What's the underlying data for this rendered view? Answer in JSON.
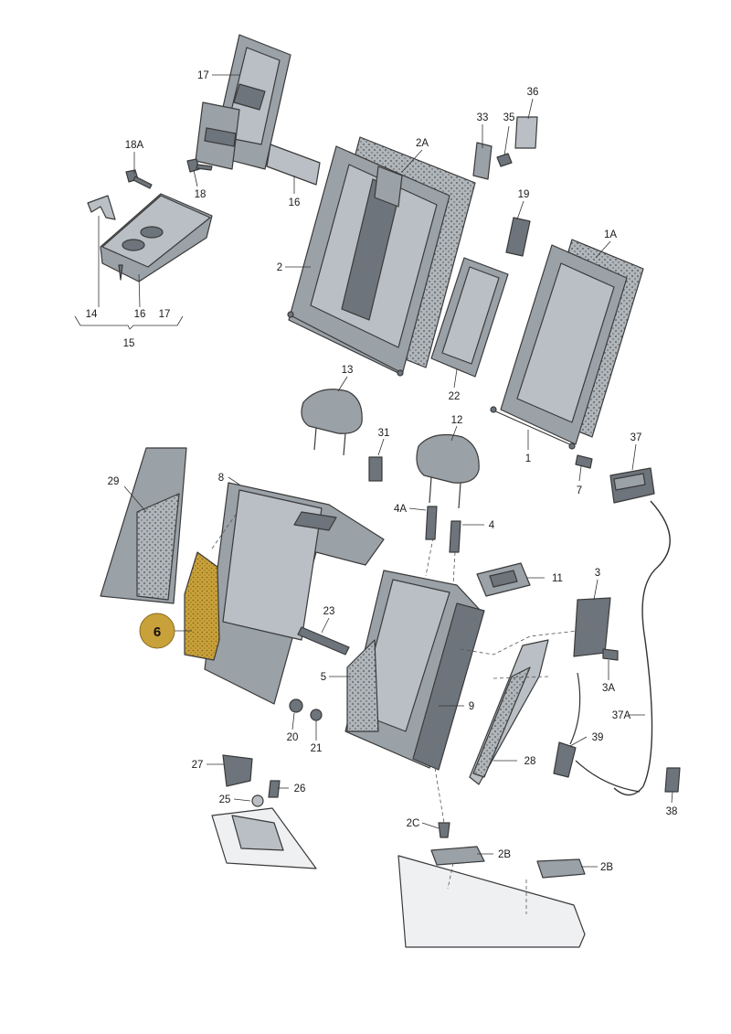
{
  "highlight": {
    "label": "6",
    "color": "#c9a13a"
  },
  "colors": {
    "part_fill": "#9aa1a7",
    "part_stroke": "#3a3a3a",
    "highlight_fill": "#c9a13a"
  },
  "callouts": [
    {
      "id": "17a",
      "text": "17"
    },
    {
      "id": "18A",
      "text": "18A"
    },
    {
      "id": "18",
      "text": "18"
    },
    {
      "id": "16a",
      "text": "16"
    },
    {
      "id": "2A",
      "text": "2A"
    },
    {
      "id": "33",
      "text": "33"
    },
    {
      "id": "35",
      "text": "35"
    },
    {
      "id": "36",
      "text": "36"
    },
    {
      "id": "19",
      "text": "19"
    },
    {
      "id": "2",
      "text": "2"
    },
    {
      "id": "1A",
      "text": "1A"
    },
    {
      "id": "14",
      "text": "14"
    },
    {
      "id": "16b",
      "text": "16"
    },
    {
      "id": "17b",
      "text": "17"
    },
    {
      "id": "15",
      "text": "15"
    },
    {
      "id": "22",
      "text": "22"
    },
    {
      "id": "13",
      "text": "13"
    },
    {
      "id": "1",
      "text": "1"
    },
    {
      "id": "12",
      "text": "12"
    },
    {
      "id": "31",
      "text": "31"
    },
    {
      "id": "37",
      "text": "37"
    },
    {
      "id": "29",
      "text": "29"
    },
    {
      "id": "8",
      "text": "8"
    },
    {
      "id": "7",
      "text": "7"
    },
    {
      "id": "4A",
      "text": "4A"
    },
    {
      "id": "4",
      "text": "4"
    },
    {
      "id": "11",
      "text": "11"
    },
    {
      "id": "3",
      "text": "3"
    },
    {
      "id": "23",
      "text": "23"
    },
    {
      "id": "5",
      "text": "5"
    },
    {
      "id": "3A",
      "text": "3A"
    },
    {
      "id": "9",
      "text": "9"
    },
    {
      "id": "37A",
      "text": "37A"
    },
    {
      "id": "20",
      "text": "20"
    },
    {
      "id": "21",
      "text": "21"
    },
    {
      "id": "39",
      "text": "39"
    },
    {
      "id": "28",
      "text": "28"
    },
    {
      "id": "27",
      "text": "27"
    },
    {
      "id": "26",
      "text": "26"
    },
    {
      "id": "25",
      "text": "25"
    },
    {
      "id": "38",
      "text": "38"
    },
    {
      "id": "2C",
      "text": "2C"
    },
    {
      "id": "2Ba",
      "text": "2B"
    },
    {
      "id": "2Bb",
      "text": "2B"
    }
  ]
}
